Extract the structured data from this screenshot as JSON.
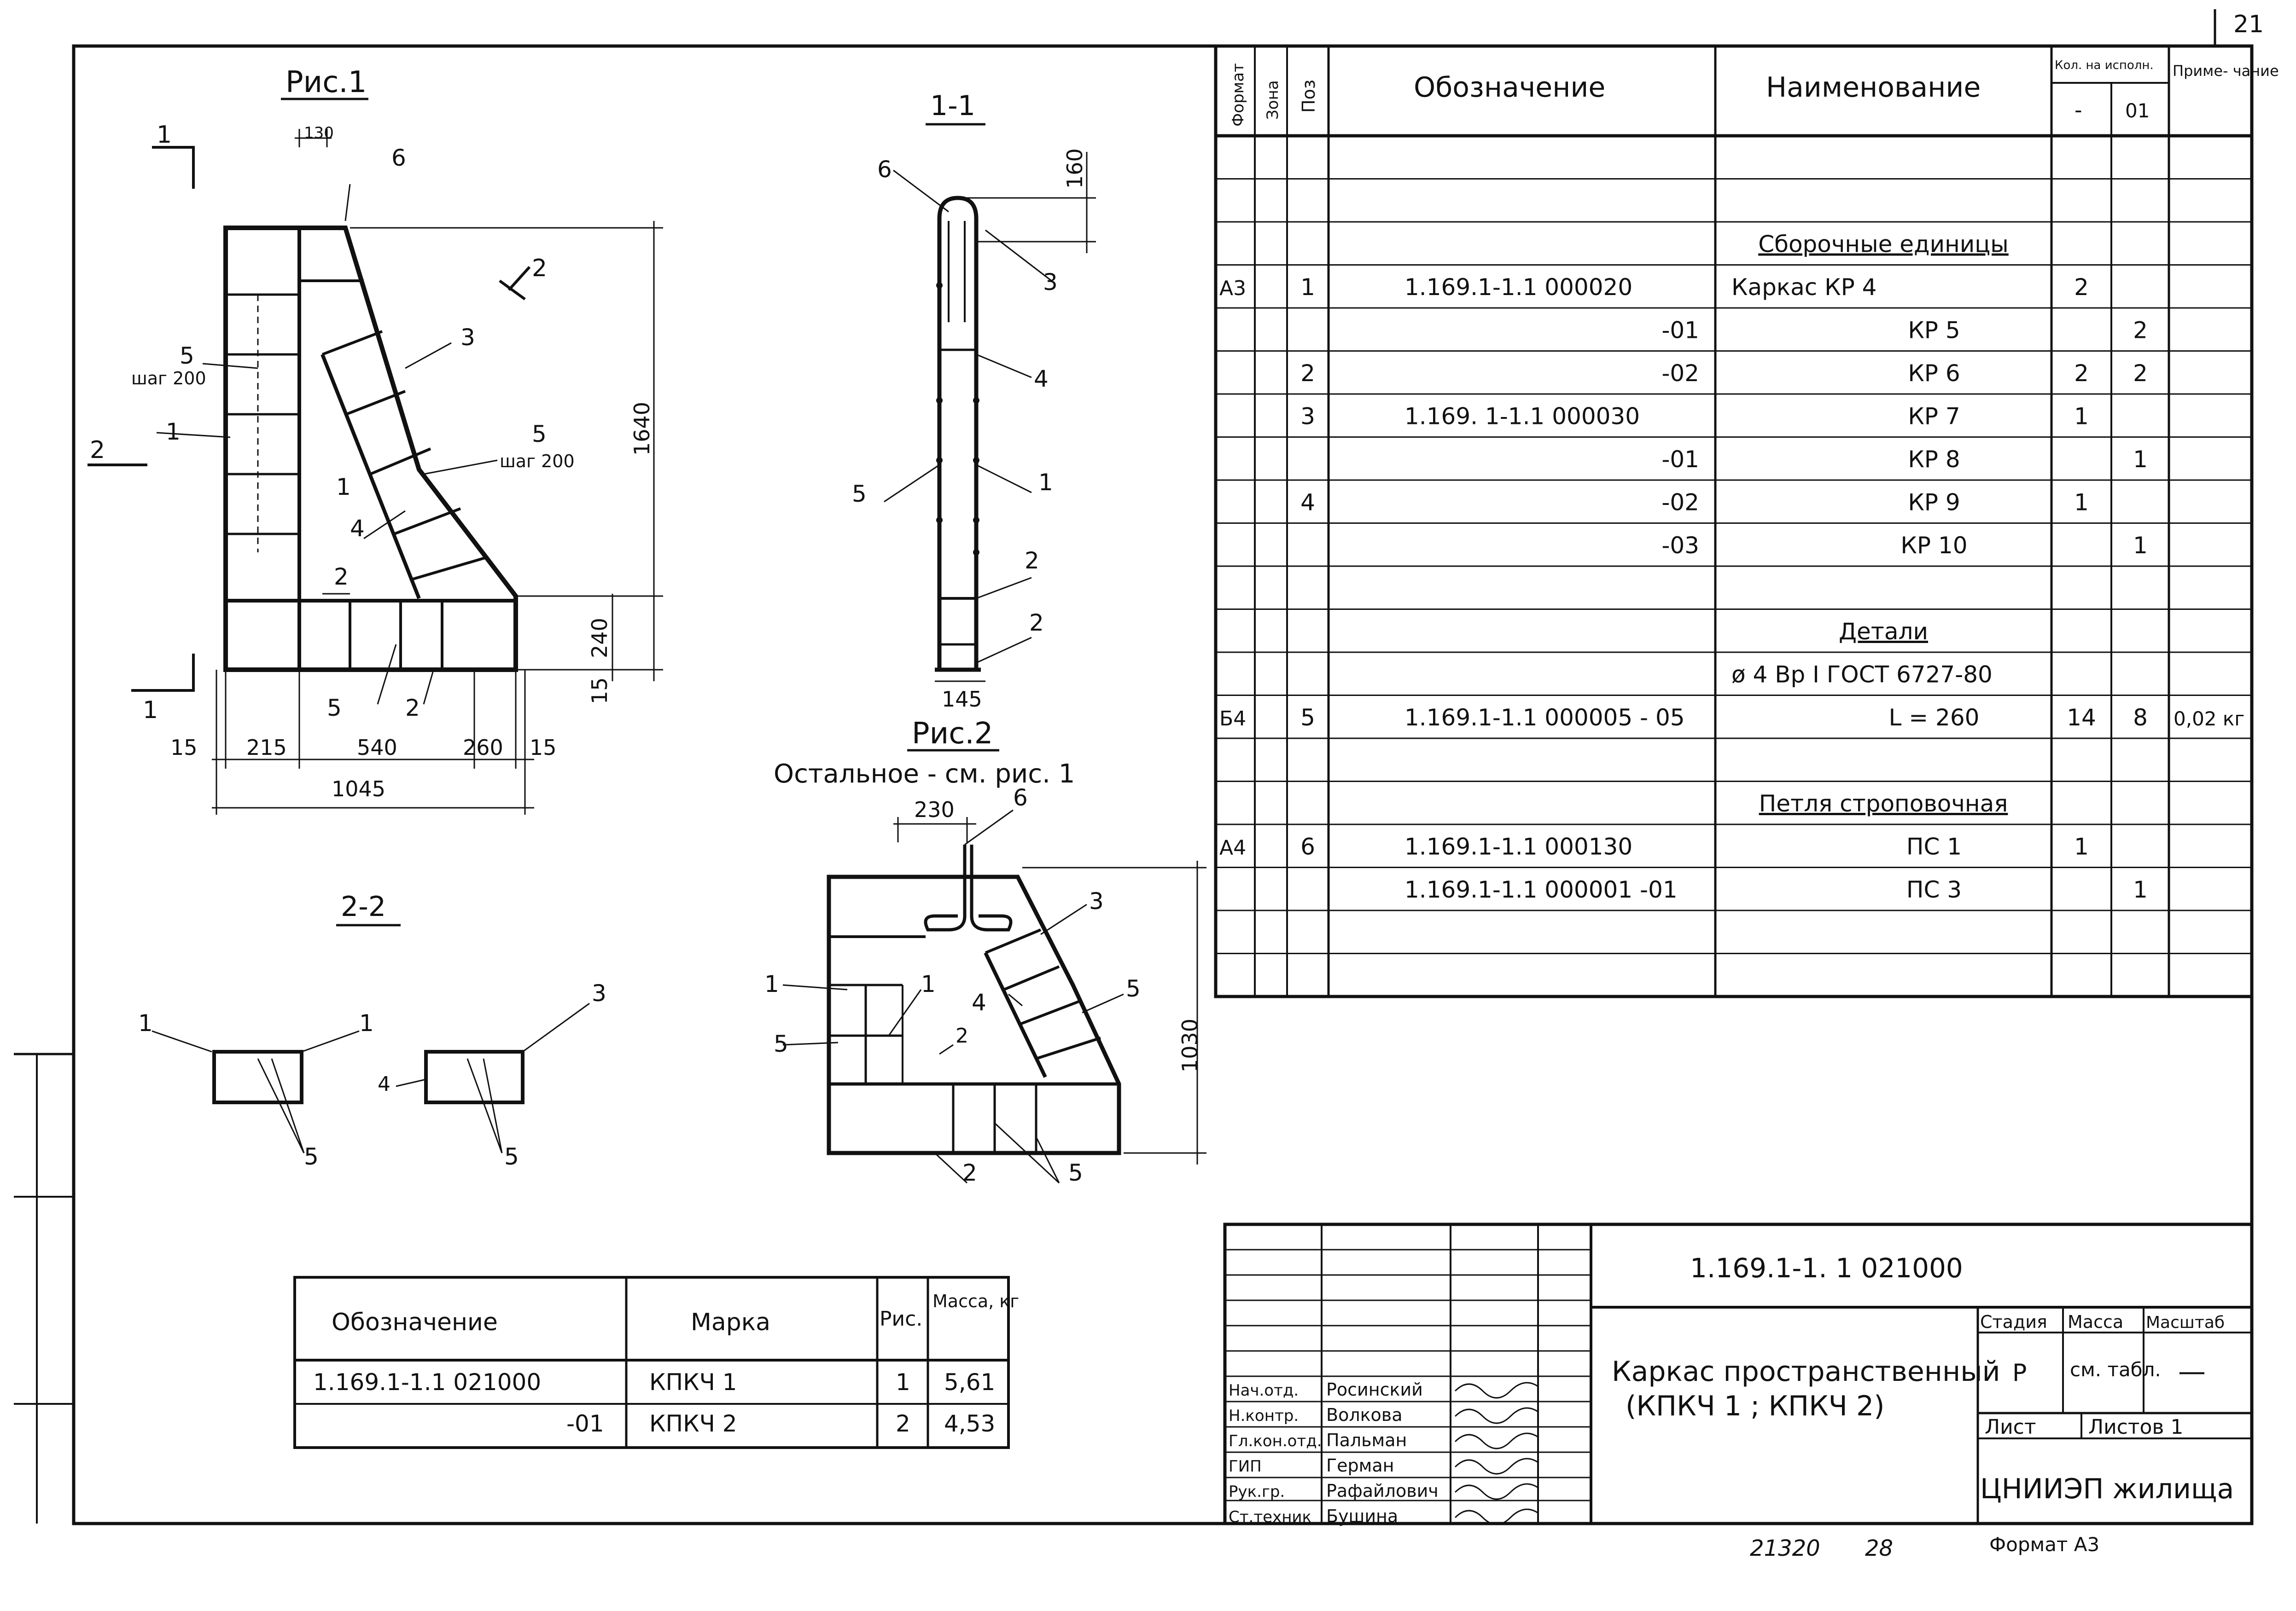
{
  "sheet_number_corner": "21",
  "drawing_labels": {
    "fig1": "Рис.1",
    "fig2": "Рис.2",
    "fig2_note": "Остальное - см. рис. 1",
    "section_1_1": "1-1",
    "section_2_2": "2-2",
    "step_label": "шаг 200"
  },
  "fig1": {
    "dims": {
      "top": "130",
      "height": "1640",
      "lower": "240",
      "bottom": "15",
      "b1": "15",
      "b2": "215",
      "b3": "540",
      "b4": "260",
      "b5": "15",
      "total": "1045"
    },
    "markers": {
      "m1": "1",
      "m2": "2",
      "p1": "1",
      "p2": "2",
      "p3": "3",
      "p4": "4",
      "p5": "5",
      "p6": "6"
    }
  },
  "sec11": {
    "dims": {
      "top": "160",
      "width": "145"
    },
    "pos": {
      "p1": "1",
      "p2": "2",
      "p3": "3",
      "p4": "4",
      "p5": "5",
      "p6": "6"
    }
  },
  "fig2": {
    "dims": {
      "width": "230",
      "height": "1030"
    },
    "pos": {
      "p1": "1",
      "p2": "2",
      "p3": "3",
      "p4": "4",
      "p5": "5",
      "p6": "6"
    }
  },
  "sec22": {
    "pos": {
      "p1": "1",
      "p3": "3",
      "p4": "4",
      "p5": "5"
    }
  },
  "spec": {
    "headers": {
      "format": "Формат",
      "zone": "Зона",
      "pos": "Поз",
      "designation": "Обозначение",
      "name": "Наименование",
      "qty": "Кол. на исполн.",
      "qty_a": "-",
      "qty_b": "01",
      "note": "Приме- чание"
    },
    "rows": [
      {
        "format": "",
        "pos": "",
        "designation": "",
        "name": "",
        "qa": "",
        "qb": "",
        "note": ""
      },
      {
        "format": "",
        "pos": "",
        "designation": "",
        "name": "",
        "qa": "",
        "qb": "",
        "note": ""
      },
      {
        "format": "",
        "pos": "",
        "designation": "",
        "name": "Сборочные единицы",
        "qa": "",
        "qb": "",
        "note": ""
      },
      {
        "format": "А3",
        "pos": "1",
        "designation": "1.169.1-1.1 000020",
        "name": "Каркас    КР 4",
        "qa": "2",
        "qb": "",
        "note": ""
      },
      {
        "format": "",
        "pos": "",
        "designation": "-01",
        "name": "КР 5",
        "qa": "",
        "qb": "2",
        "note": ""
      },
      {
        "format": "",
        "pos": "2",
        "designation": "-02",
        "name": "КР 6",
        "qa": "2",
        "qb": "2",
        "note": ""
      },
      {
        "format": "",
        "pos": "3",
        "designation": "1.169. 1-1.1 000030",
        "name": "КР 7",
        "qa": "1",
        "qb": "",
        "note": ""
      },
      {
        "format": "",
        "pos": "",
        "designation": "-01",
        "name": "КР 8",
        "qa": "",
        "qb": "1",
        "note": ""
      },
      {
        "format": "",
        "pos": "4",
        "designation": "-02",
        "name": "КР 9",
        "qa": "1",
        "qb": "",
        "note": ""
      },
      {
        "format": "",
        "pos": "",
        "designation": "-03",
        "name": "КР 10",
        "qa": "",
        "qb": "1",
        "note": ""
      },
      {
        "format": "",
        "pos": "",
        "designation": "",
        "name": "",
        "qa": "",
        "qb": "",
        "note": ""
      },
      {
        "format": "",
        "pos": "",
        "designation": "",
        "name": "Детали",
        "qa": "",
        "qb": "",
        "note": ""
      },
      {
        "format": "",
        "pos": "",
        "designation": "",
        "name": "ø 4 Вр I  ГОСТ 6727-80",
        "qa": "",
        "qb": "",
        "note": ""
      },
      {
        "format": "Б4",
        "pos": "5",
        "designation": "1.169.1-1.1 000005 - 05",
        "name": "L = 260",
        "qa": "14",
        "qb": "8",
        "note": "0,02 кг"
      },
      {
        "format": "",
        "pos": "",
        "designation": "",
        "name": "",
        "qa": "",
        "qb": "",
        "note": ""
      },
      {
        "format": "",
        "pos": "",
        "designation": "",
        "name": "Петля строповочная",
        "qa": "",
        "qb": "",
        "note": ""
      },
      {
        "format": "А4",
        "pos": "6",
        "designation": "1.169.1-1.1 000130",
        "name": "ПС 1",
        "qa": "1",
        "qb": "",
        "note": ""
      },
      {
        "format": "",
        "pos": "",
        "designation": "1.169.1-1.1 000001  -01",
        "name": "ПС 3",
        "qa": "",
        "qb": "1",
        "note": ""
      },
      {
        "format": "",
        "pos": "",
        "designation": "",
        "name": "",
        "qa": "",
        "qb": "",
        "note": ""
      }
    ]
  },
  "marks_table": {
    "headers": {
      "designation": "Обозначение",
      "mark": "Марка",
      "fig": "Рис.",
      "mass": "Масса, кг"
    },
    "rows": [
      {
        "designation": "1.169.1-1.1 021000",
        "mark": "КПКЧ 1",
        "fig": "1",
        "mass": "5,61"
      },
      {
        "designation": "-01",
        "mark": "КПКЧ 2",
        "fig": "2",
        "mass": "4,53"
      }
    ]
  },
  "title_block": {
    "code": "1.169.1-1. 1 021000",
    "title_line1": "Каркас пространственный",
    "title_line2": "(КПКЧ 1 ; КПКЧ 2)",
    "stage_label": "Стадия",
    "mass_label": "Масса",
    "scale_label": "Масштаб",
    "stage": "Р",
    "mass": "см. табл.",
    "scale": "—",
    "sheet_label": "Лист",
    "sheets_label": "Листов 1",
    "org": "ЦНИИЭП жилища",
    "people": [
      {
        "role": "Нач.отд.",
        "name": "Росинский"
      },
      {
        "role": "Н.контр.",
        "name": "Волкова"
      },
      {
        "role": "Гл.кон.отд.",
        "name": "Пальман"
      },
      {
        "role": "ГИП",
        "name": "Герман"
      },
      {
        "role": "Рук.гр.",
        "name": "Рафайлович"
      },
      {
        "role": "Ст.техник",
        "name": "Бушина"
      }
    ]
  },
  "footer": {
    "number": "21320",
    "page": "28",
    "format": "Формат А3"
  }
}
